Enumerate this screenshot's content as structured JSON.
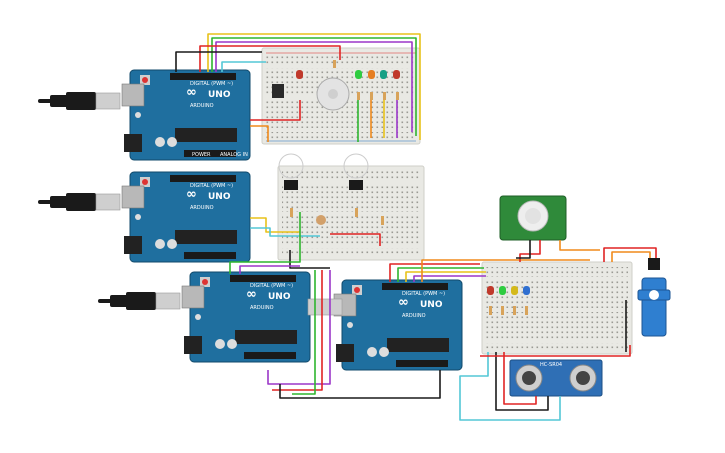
{
  "arduino_labels": {
    "uno": "UNO",
    "arduino": "ARDUINO",
    "digital": "DIGITAL (PWM ~)",
    "power": "POWER",
    "analog": "ANALOG IN"
  },
  "sensor_labels": {
    "ultrasonic": "HC-SR04"
  },
  "colors": {
    "board": "#1f6f9f",
    "breadboard": "#e9e9e4",
    "usb_cable": "#1a1a1a",
    "wire_red": "#e02424",
    "wire_green": "#2fb52f",
    "wire_yellow": "#e8c21a",
    "wire_purple": "#9b37c8",
    "wire_orange": "#f08a1c",
    "wire_cyan": "#53c7d6",
    "wire_black": "#1a1a1a",
    "pir_board": "#2f8a3a",
    "servo": "#2f7fd0"
  },
  "icons": [
    "arduino-logo-icon",
    "usb-plug-icon",
    "reset-button-icon",
    "servo-icon",
    "pir-dome-icon"
  ]
}
